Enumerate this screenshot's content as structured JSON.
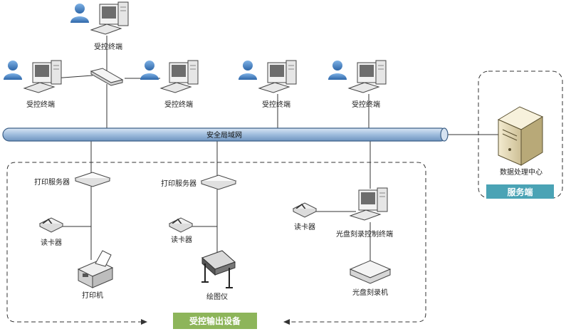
{
  "diagram": {
    "network_label": "安全局域网",
    "terminal_label": "受控终端",
    "print_server_label": "打印服务器",
    "card_reader_label": "读卡器",
    "printer_label": "打印机",
    "plotter_label": "绘图仪",
    "disc_control_label": "光盘刻录控制终端",
    "disc_burner_label": "光盘刻录机",
    "data_center_label": "数据处理中心",
    "server_group_label": "服务端",
    "output_group_label": "受控输出设备"
  },
  "colors": {
    "bus": "#a9c4e0",
    "bus_stroke": "#3c5f87",
    "server_tag": "#4aa3b5",
    "output_tag": "#8db55a",
    "user": "#3f7fc0"
  }
}
